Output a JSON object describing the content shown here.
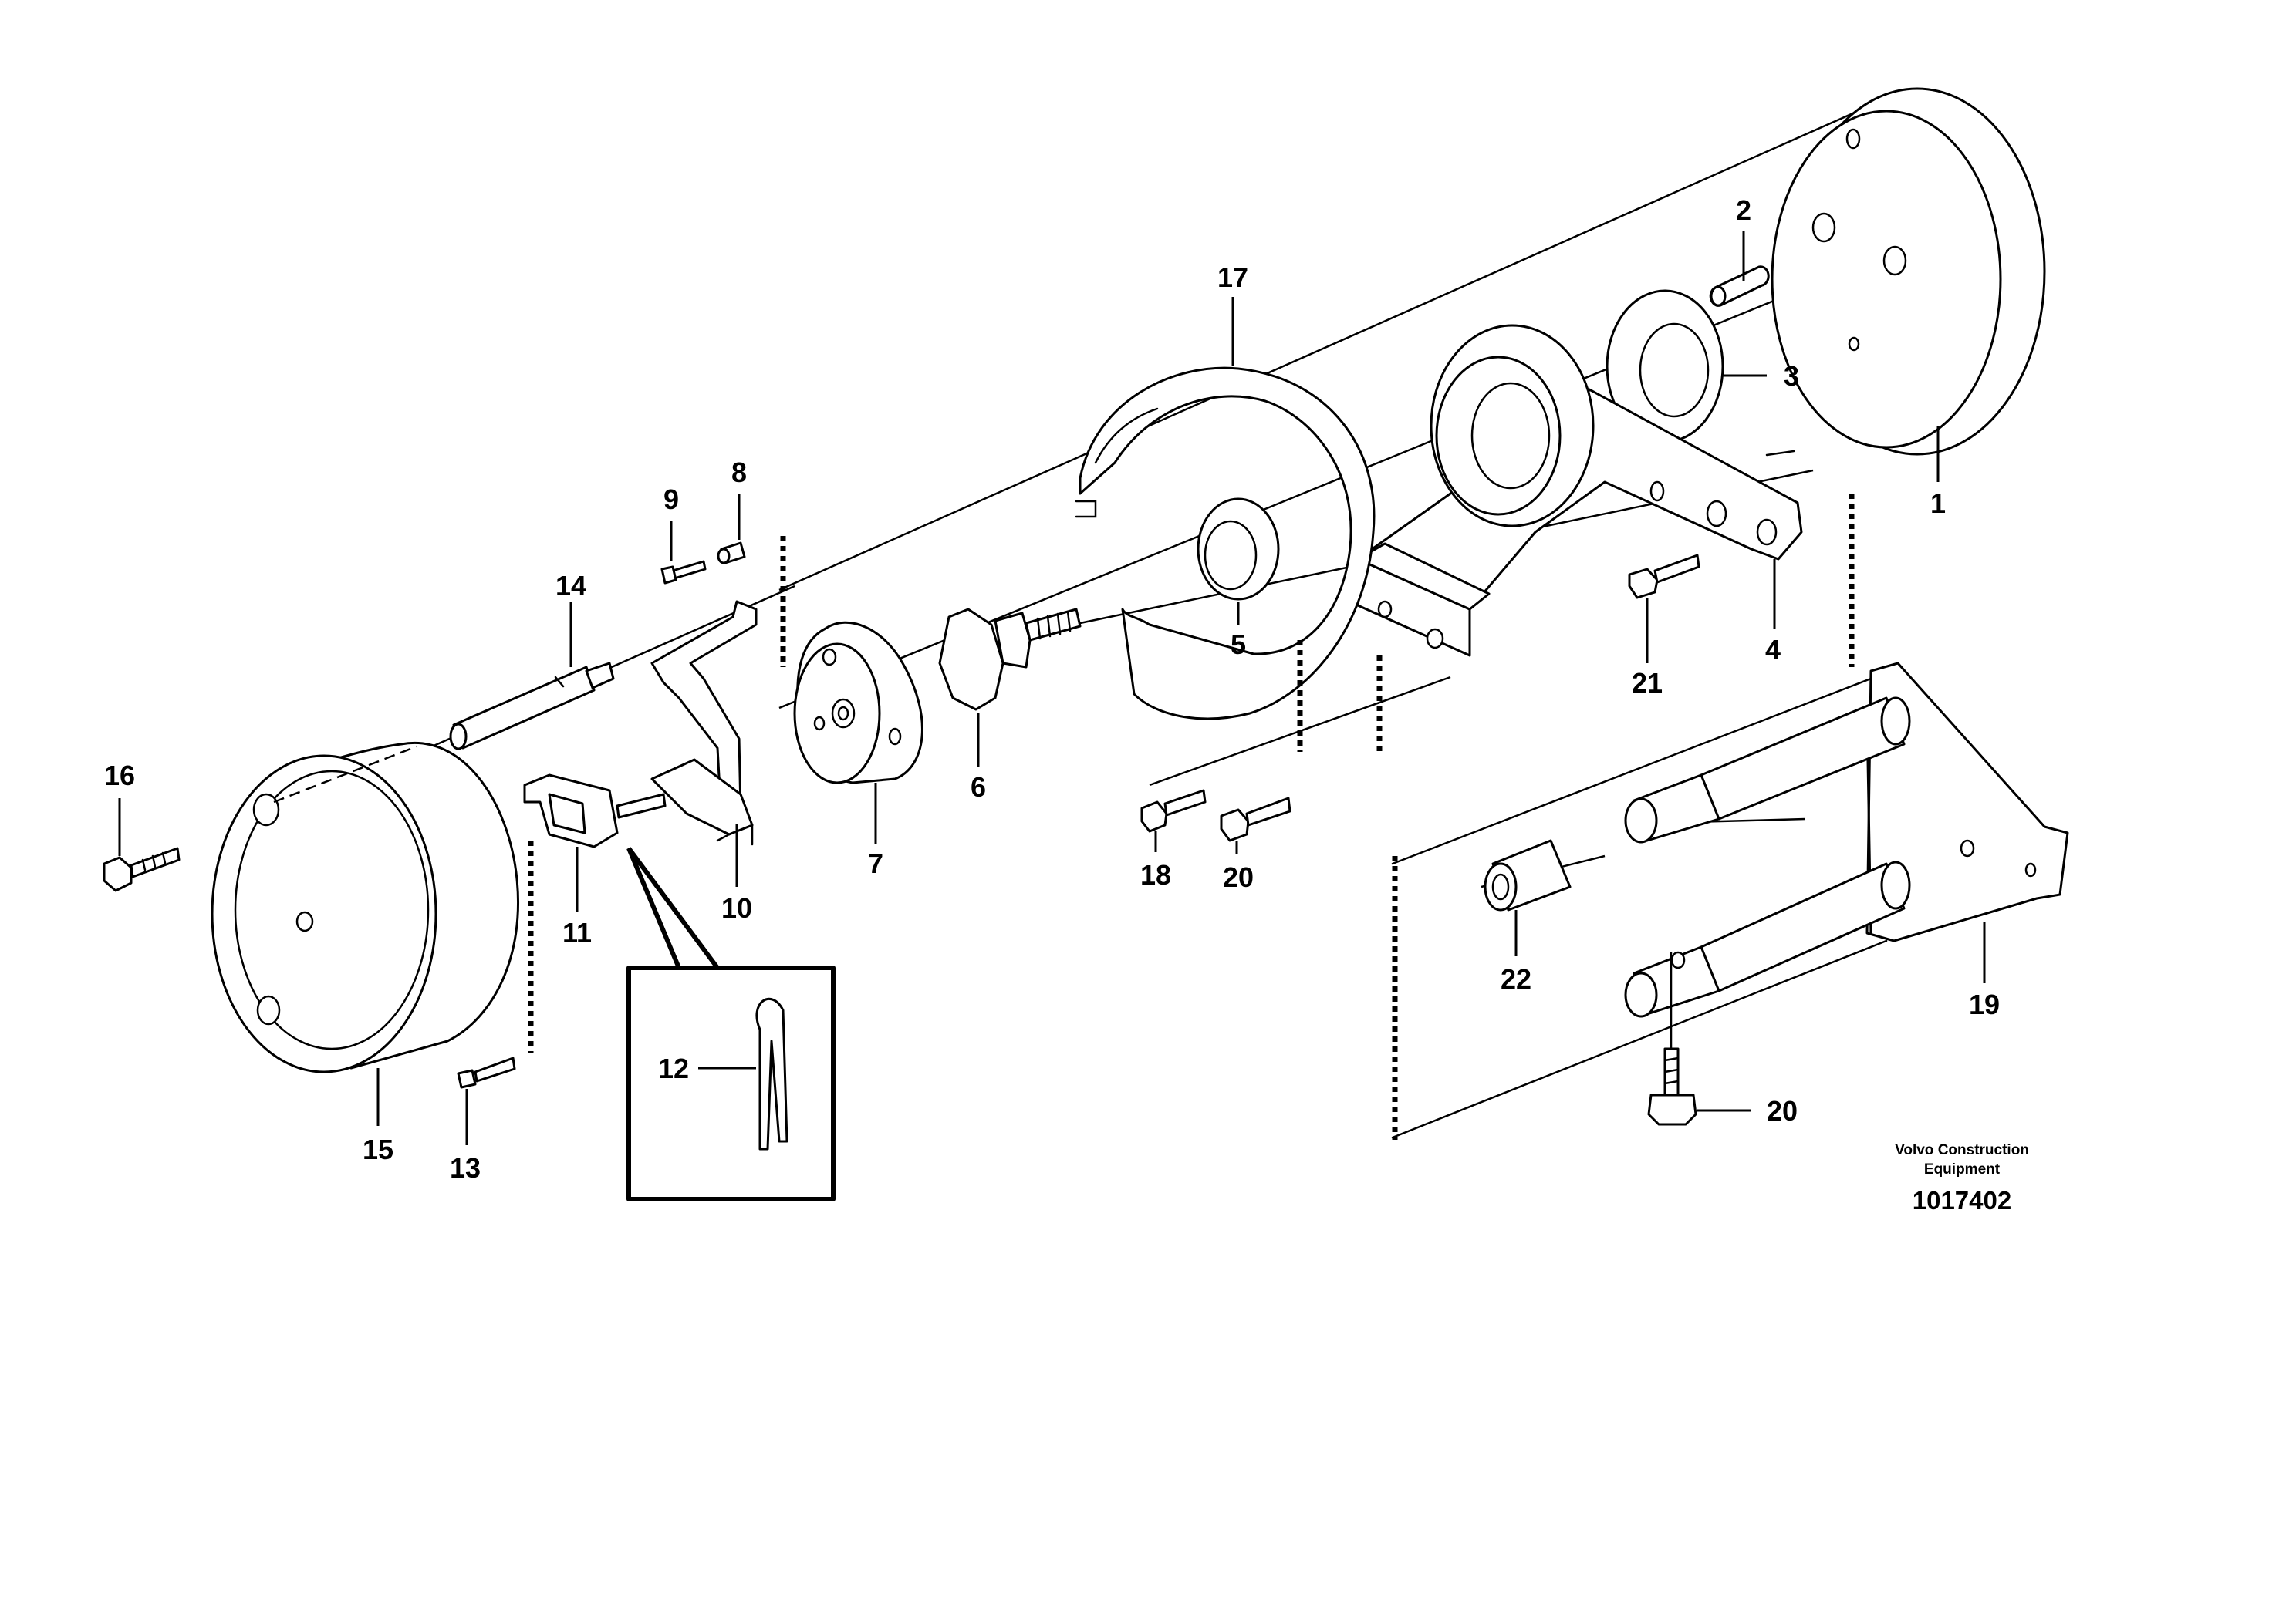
{
  "diagram": {
    "callouts": {
      "c1": "1",
      "c2": "2",
      "c3": "3",
      "c4": "4",
      "c5": "5",
      "c6": "6",
      "c7": "7",
      "c8": "8",
      "c9": "9",
      "c10": "10",
      "c11": "11",
      "c12": "12",
      "c13": "13",
      "c14": "14",
      "c15": "15",
      "c16": "16",
      "c17": "17",
      "c18": "18",
      "c19": "19",
      "c20a": "20",
      "c20b": "20",
      "c21": "21",
      "c22": "22"
    },
    "manufacturer_line1": "Volvo Construction",
    "manufacturer_line2": "Equipment",
    "drawing_number": "1017402"
  }
}
